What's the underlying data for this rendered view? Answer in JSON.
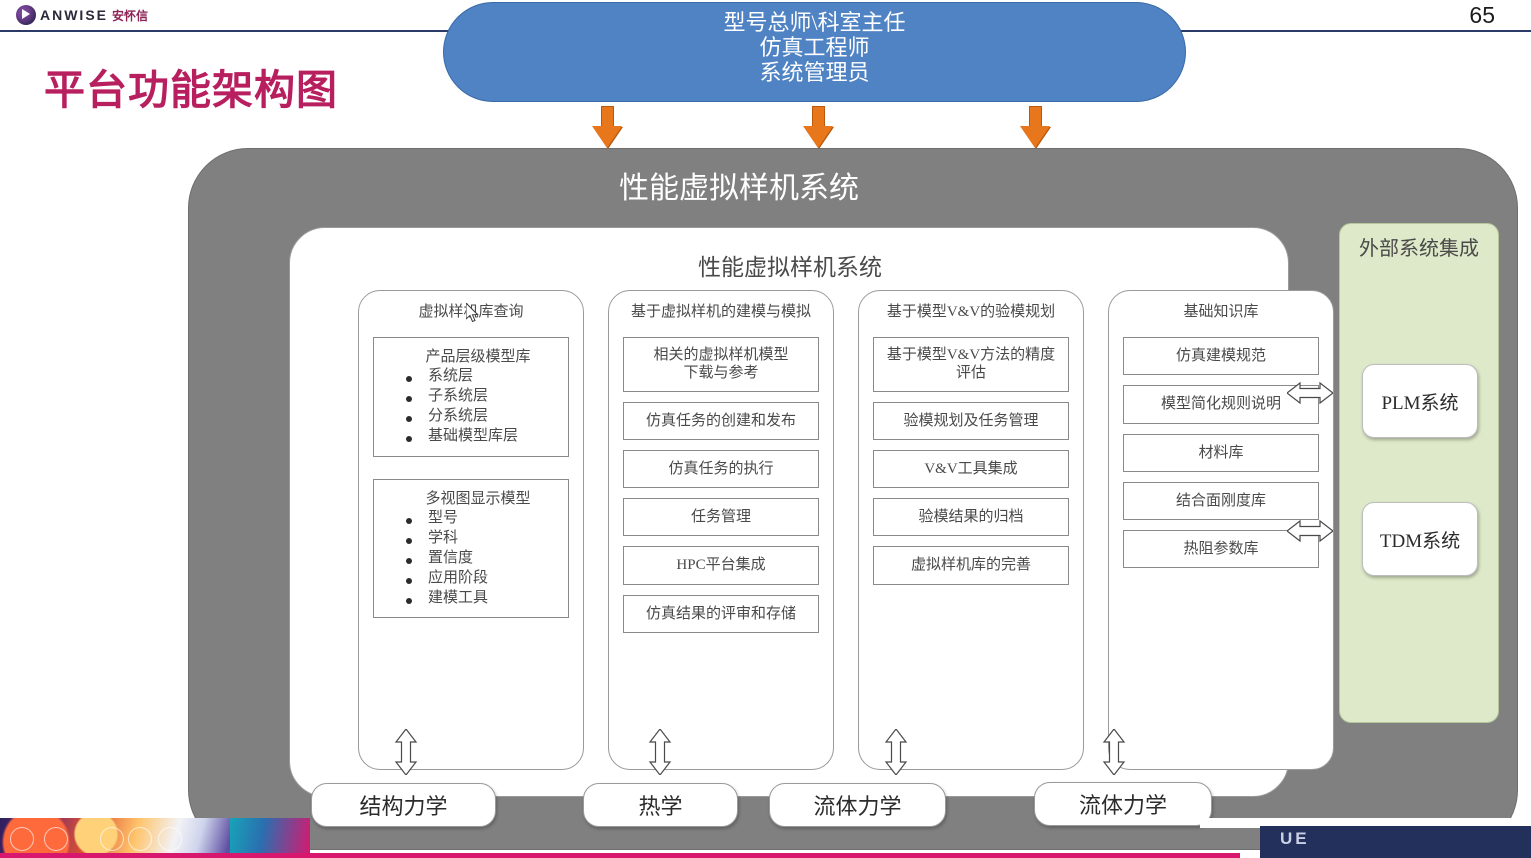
{
  "brand": {
    "name": "ANWISE",
    "name_cn": "安怀信",
    "page_number": "65"
  },
  "slide": {
    "title": "平台功能架构图"
  },
  "roles_pill": {
    "lines": [
      "型号总师\\科室主任",
      "仿真工程师",
      "系统管理员"
    ],
    "fill_color": "#4f83c4"
  },
  "system": {
    "outer_title": "性能虚拟样机系统",
    "inner_title": "性能虚拟样机系统",
    "outer_fill": "#808080"
  },
  "columns": [
    {
      "title": "虚拟样机库查询",
      "listboxes": [
        {
          "title": "产品层级模型库",
          "items": [
            "系统层",
            "子系统层",
            "分系统层",
            "基础模型库层"
          ]
        },
        {
          "title": "多视图显示模型",
          "items": [
            "型号",
            "学科",
            "置信度",
            "应用阶段",
            "建模工具"
          ]
        }
      ]
    },
    {
      "title": "基于虚拟样机的建模与模拟",
      "cells": [
        "相关的虚拟样机模型\n下载与参考",
        "仿真任务的创建和发布",
        "仿真任务的执行",
        "任务管理",
        "HPC平台集成",
        "仿真结果的评审和存储"
      ]
    },
    {
      "title": "基于模型V&V的验模规划",
      "cells": [
        "基于模型V&V方法的精度\n评估",
        "验模规划及任务管理",
        "V&V工具集成",
        "验模结果的归档",
        "虚拟样机库的完善"
      ]
    },
    {
      "title": "基础知识库",
      "cells": [
        "仿真建模规范",
        "模型简化规则说明",
        "材料库",
        "结合面刚度库",
        "热阻参数库"
      ]
    }
  ],
  "external": {
    "title": "外部系统集成",
    "fill_color": "#dde9c8",
    "systems": [
      "PLM系统",
      "TDM系统"
    ]
  },
  "disciplines": [
    "结构力学",
    "热学",
    "流体力学",
    "流体力学"
  ],
  "icons": {
    "down_arrow": "orange-down-arrow-icon",
    "double_arrow_h": "double-headed-horizontal-arrow-icon",
    "double_arrow_v": "double-headed-vertical-arrow-icon",
    "cursor": "mouse-cursor-icon"
  },
  "footer": {
    "watermark": "UE"
  }
}
